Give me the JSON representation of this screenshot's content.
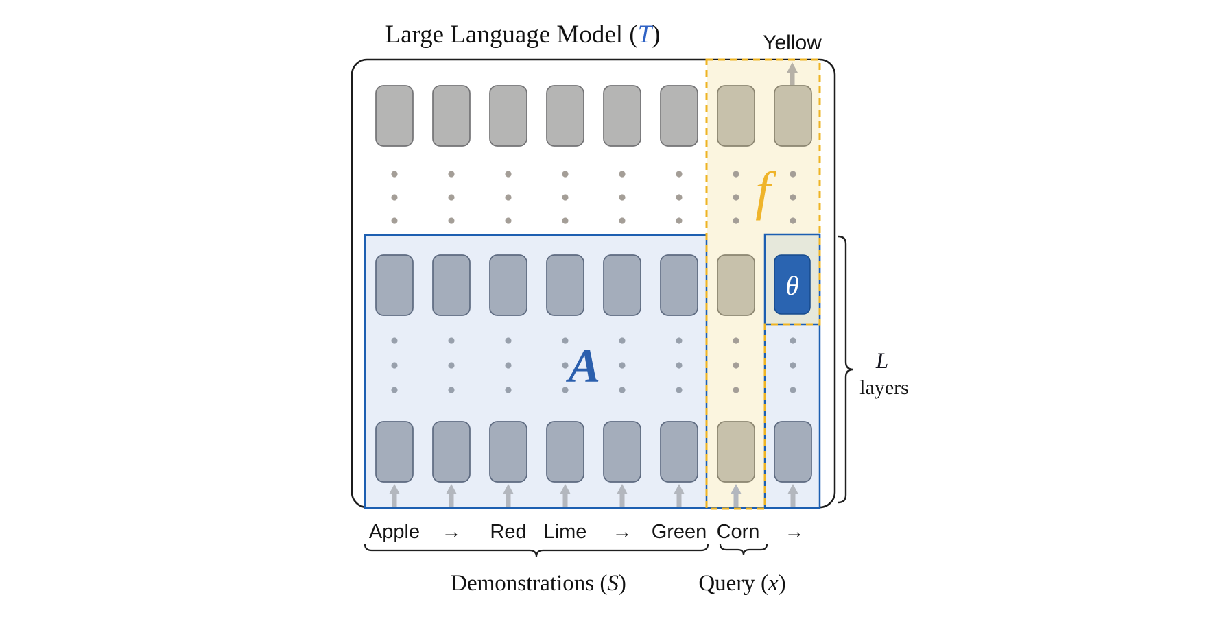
{
  "diagram": {
    "title": {
      "prefix": "Large Language Model (",
      "symbol": "T",
      "suffix": ")"
    },
    "output_label": "Yellow",
    "function_symbol": "f",
    "attention_symbol": "A",
    "task_vector_symbol": "θ",
    "layers_annotation": {
      "symbol": "L",
      "label": "layers"
    },
    "input_tokens": [
      "Apple",
      "→",
      "Red",
      "Lime",
      "→",
      "Green",
      "Corn",
      "→"
    ],
    "demonstrations_caption": {
      "prefix": "Demonstrations (",
      "symbol": "S",
      "suffix": ")"
    },
    "query_caption": {
      "prefix": "Query (",
      "symbol": "x",
      "suffix": ")"
    },
    "colors": {
      "attention_region_fill": "#e8eef8",
      "attention_region_border": "#1d5fb1",
      "function_region_fill": "#fbf5df",
      "function_region_border": "#eeb424",
      "function_symbol_color": "#efb42a",
      "attention_symbol_color": "#2b5fad",
      "task_vector_fill": "#2a64b1",
      "theta_cell_fill": "#e6e8db",
      "token_box_gray": "#b5b5b4",
      "token_box_bluegray": "#a4adbb",
      "token_box_beige": "#c7c1ab",
      "title_symbol_color": "#2f62c4"
    }
  }
}
